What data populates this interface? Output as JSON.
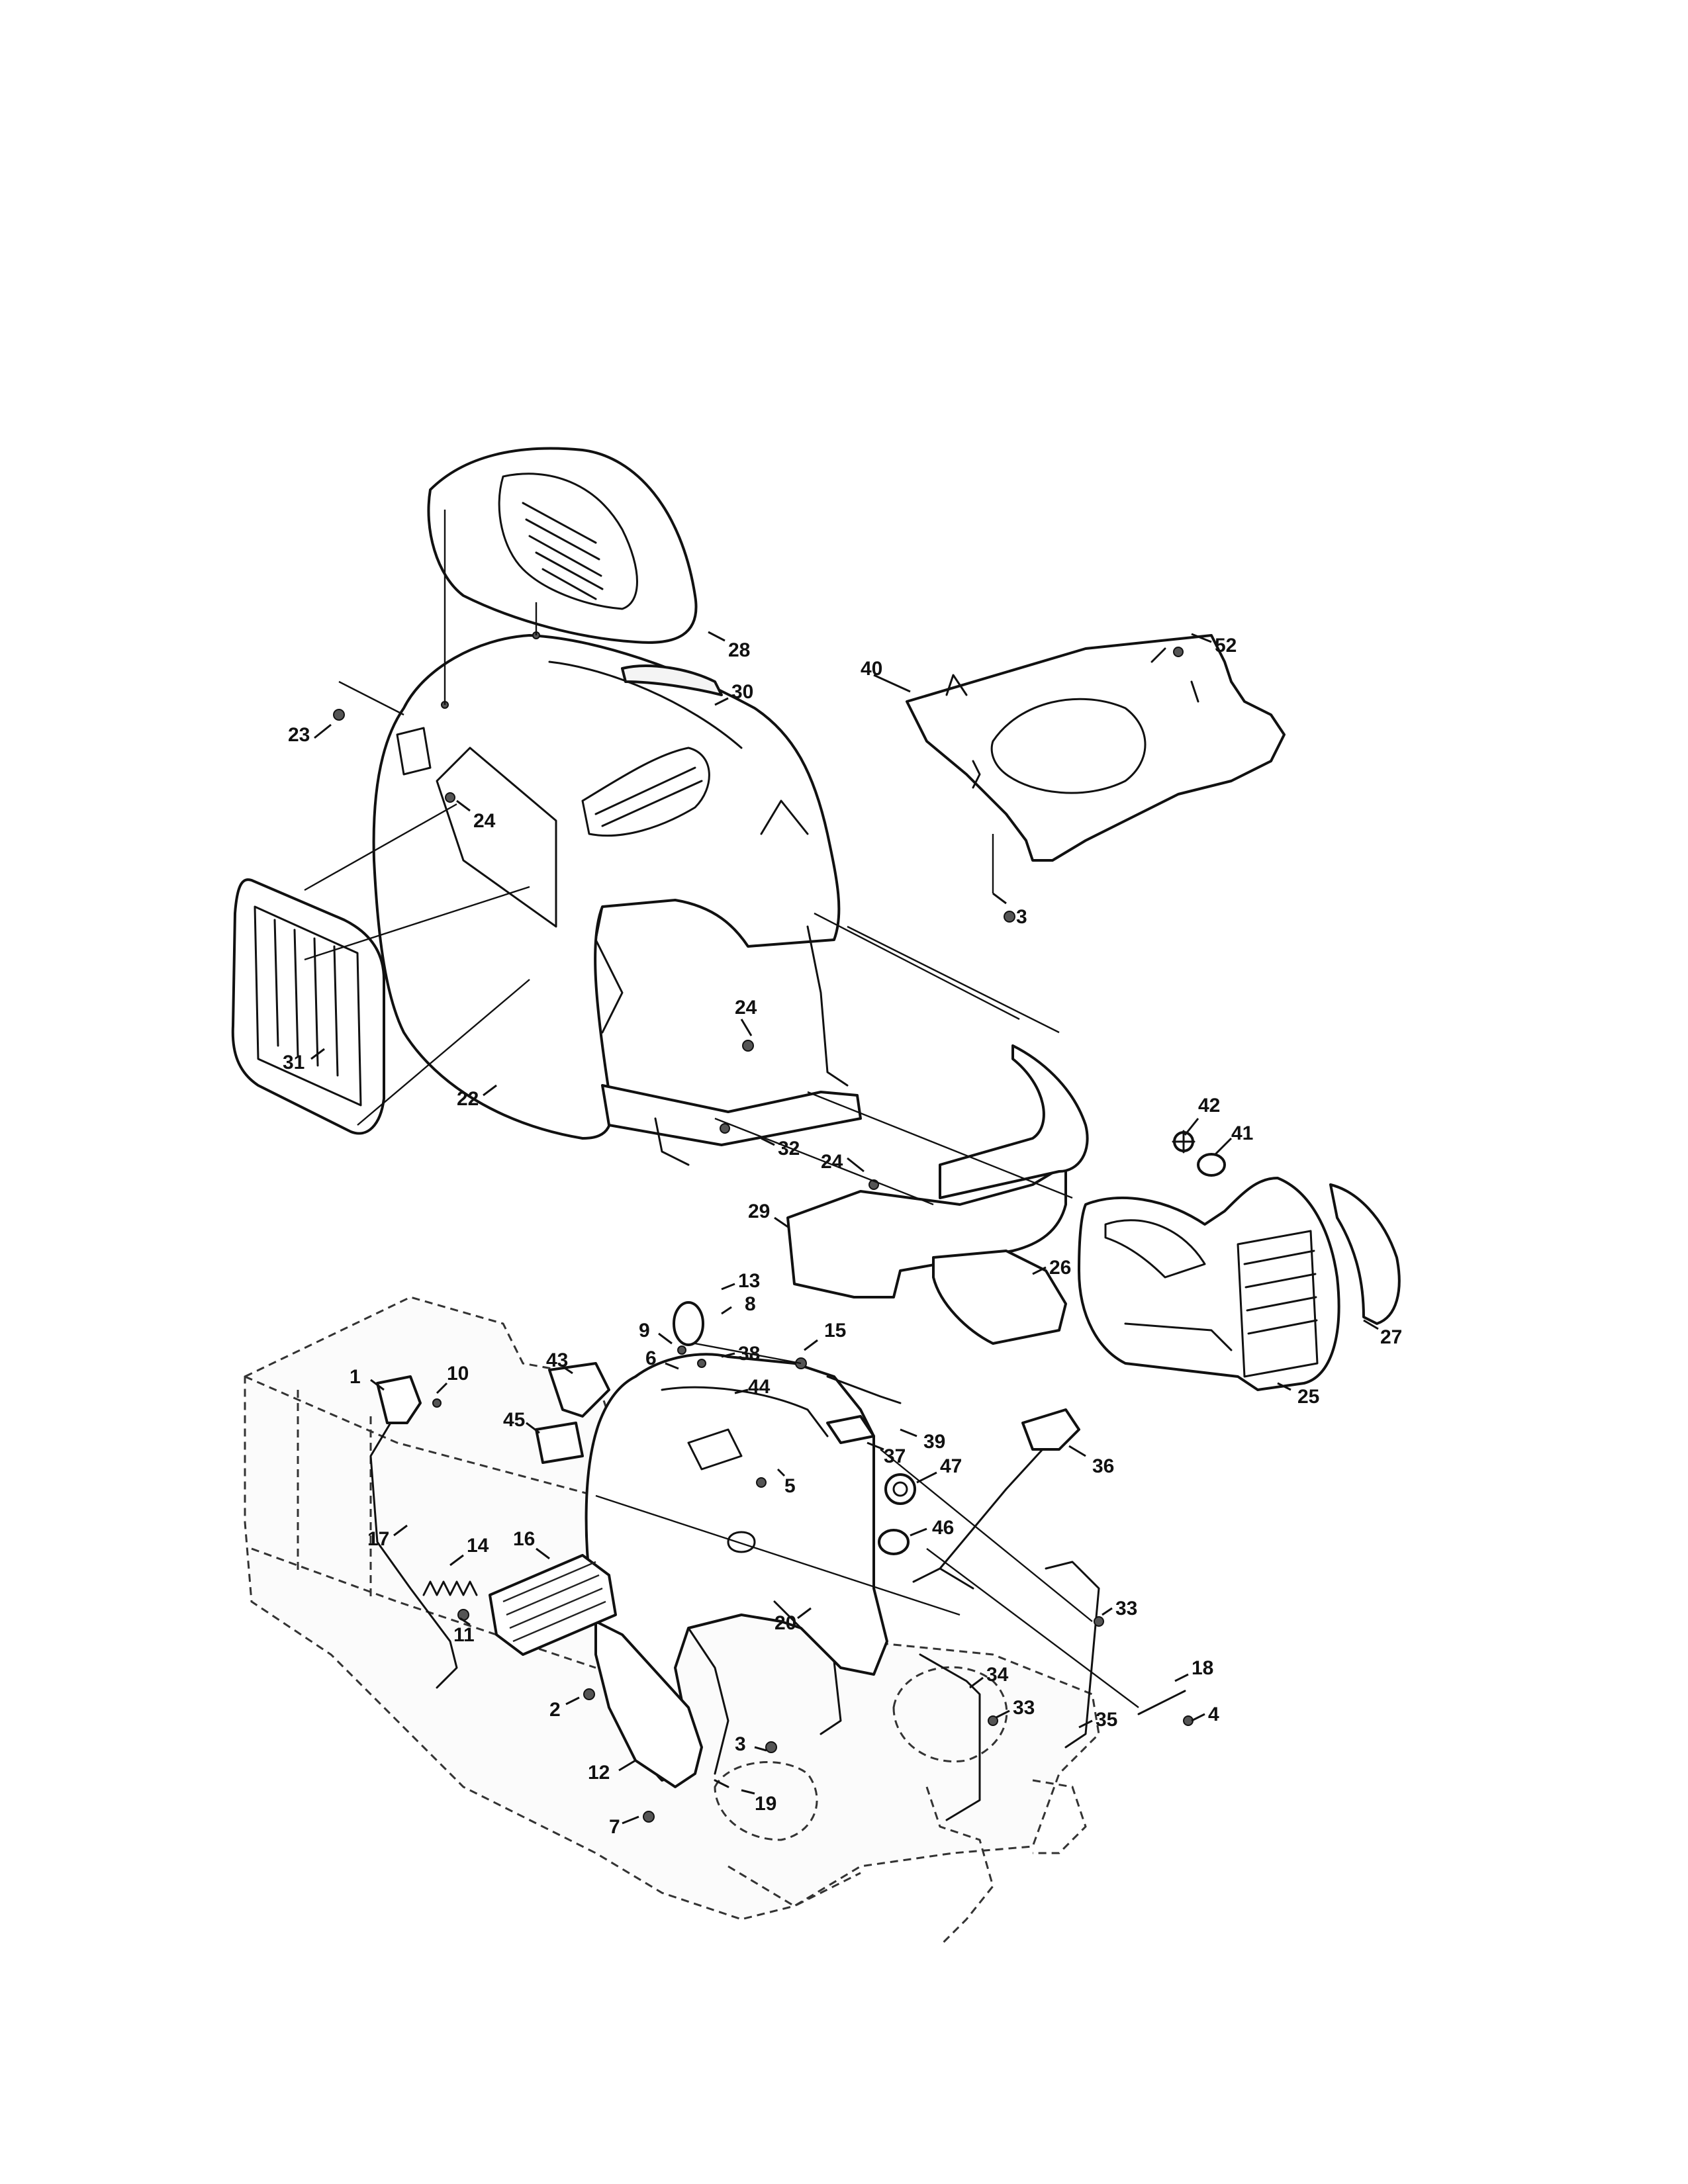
{
  "callouts": [
    {
      "id": "c28a",
      "text": "28"
    },
    {
      "id": "c30",
      "text": "30"
    },
    {
      "id": "c23",
      "text": "23"
    },
    {
      "id": "c24a",
      "text": "24"
    },
    {
      "id": "c31",
      "text": "31"
    },
    {
      "id": "c22",
      "text": "22"
    },
    {
      "id": "c24b",
      "text": "24"
    },
    {
      "id": "c32",
      "text": "32"
    },
    {
      "id": "c24c",
      "text": "24"
    },
    {
      "id": "c29",
      "text": "29"
    },
    {
      "id": "c40",
      "text": "40"
    },
    {
      "id": "c52",
      "text": "52"
    },
    {
      "id": "c3a",
      "text": "3"
    },
    {
      "id": "c42",
      "text": "42"
    },
    {
      "id": "c41",
      "text": "41"
    },
    {
      "id": "c27",
      "text": "27"
    },
    {
      "id": "c26",
      "text": "26"
    },
    {
      "id": "c25",
      "text": "25"
    },
    {
      "id": "c13",
      "text": "13"
    },
    {
      "id": "c8",
      "text": "8"
    },
    {
      "id": "c9",
      "text": "9"
    },
    {
      "id": "c6",
      "text": "6"
    },
    {
      "id": "c38",
      "text": "38"
    },
    {
      "id": "c15",
      "text": "15"
    },
    {
      "id": "c43",
      "text": "43"
    },
    {
      "id": "c44",
      "text": "44"
    },
    {
      "id": "c1",
      "text": "1"
    },
    {
      "id": "c10",
      "text": "10"
    },
    {
      "id": "c45",
      "text": "45"
    },
    {
      "id": "c39",
      "text": "39"
    },
    {
      "id": "c37",
      "text": "37"
    },
    {
      "id": "c36",
      "text": "36"
    },
    {
      "id": "c5",
      "text": "5"
    },
    {
      "id": "c47",
      "text": "47"
    },
    {
      "id": "c46",
      "text": "46"
    },
    {
      "id": "c17",
      "text": "17"
    },
    {
      "id": "c14",
      "text": "14"
    },
    {
      "id": "c16",
      "text": "16"
    },
    {
      "id": "c33a",
      "text": "33"
    },
    {
      "id": "c11",
      "text": "11"
    },
    {
      "id": "c20",
      "text": "20"
    },
    {
      "id": "c18",
      "text": "18"
    },
    {
      "id": "c34",
      "text": "34"
    },
    {
      "id": "c33b",
      "text": "33"
    },
    {
      "id": "c4",
      "text": "4"
    },
    {
      "id": "c2",
      "text": "2"
    },
    {
      "id": "c3b",
      "text": "3"
    },
    {
      "id": "c35",
      "text": "35"
    },
    {
      "id": "c12",
      "text": "12"
    },
    {
      "id": "c19",
      "text": "19"
    },
    {
      "id": "c7",
      "text": "7"
    }
  ]
}
